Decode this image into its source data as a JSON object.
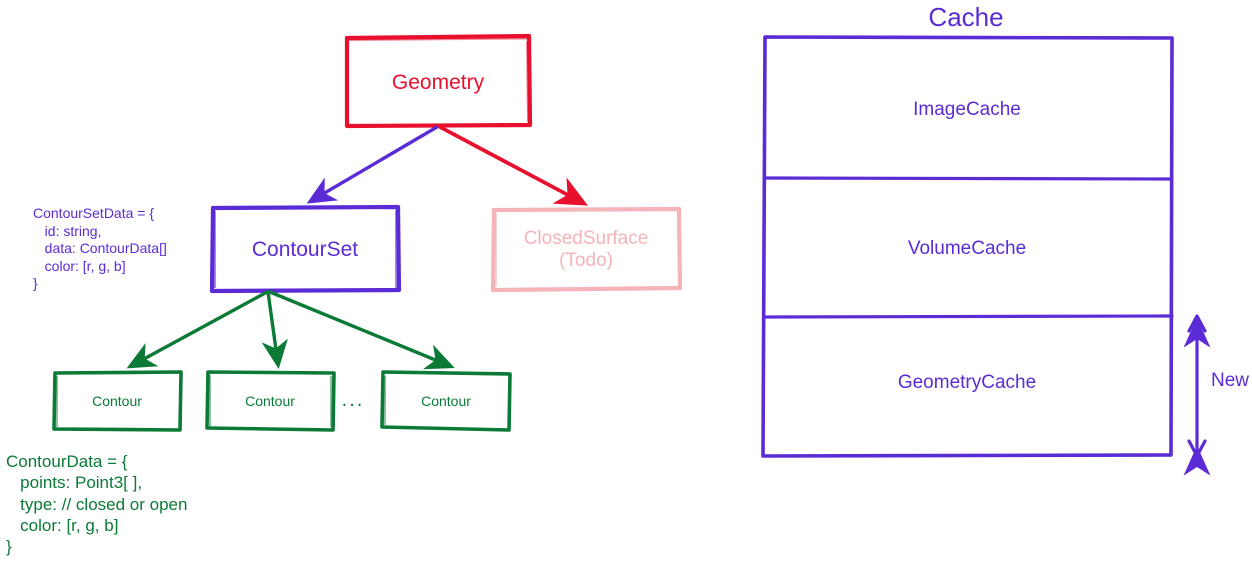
{
  "diagram": {
    "left": {
      "root": {
        "label": "Geometry",
        "color": "#e8112d"
      },
      "children": [
        {
          "label": "ContourSet",
          "color": "#5b2bd6"
        },
        {
          "label": "ClosedSurface\n(Todo)",
          "color": "#f6b3b8"
        }
      ],
      "leaves": [
        {
          "label": "Contour"
        },
        {
          "label": "Contour"
        },
        {
          "label": "Contour"
        }
      ],
      "ellipsis": "...",
      "leaf_color": "#0b7a37",
      "contour_set_data": "ContourSetData = {\n   id: string,\n   data: ContourData[]\n   color: [r, g, b]\n}",
      "contour_data": "ContourData = {\n   points: Point3[ ],\n   type: // closed or open\n   color: [r, g, b]\n}"
    },
    "right": {
      "title": "Cache",
      "color": "#5b2bd6",
      "rows": [
        {
          "label": "ImageCache"
        },
        {
          "label": "VolumeCache"
        },
        {
          "label": "GeometryCache"
        }
      ],
      "annotation": {
        "label": "New"
      }
    }
  }
}
